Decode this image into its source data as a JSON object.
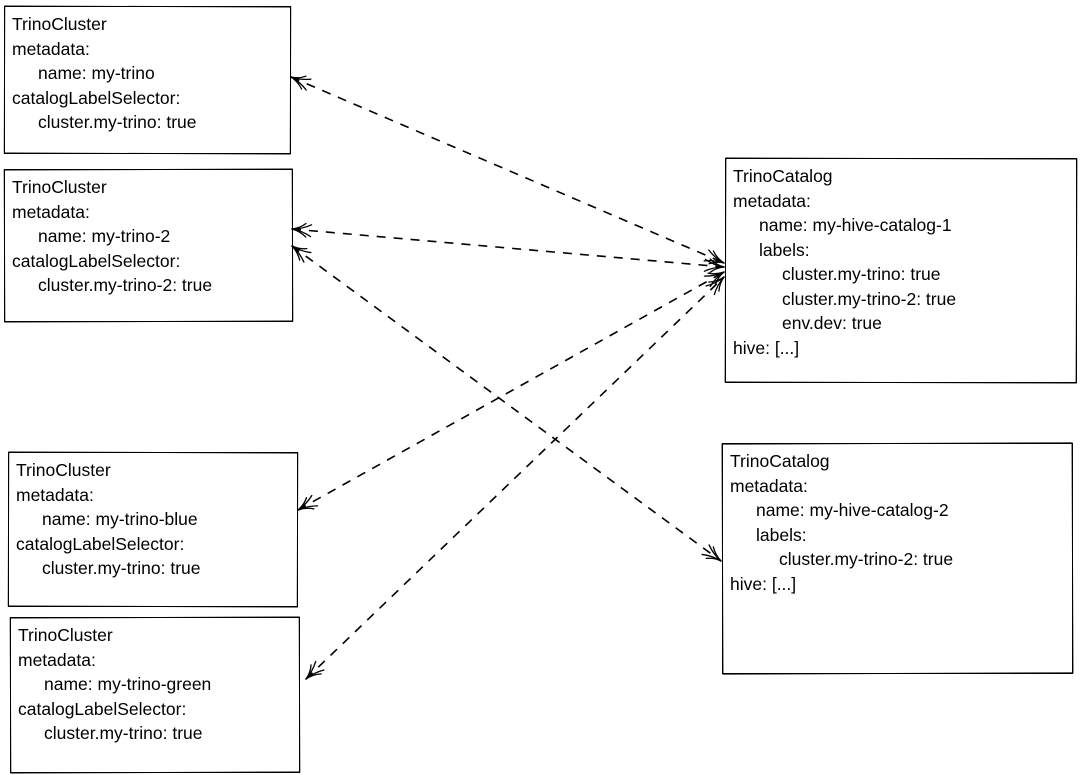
{
  "diagram": {
    "background_color": "#ffffff",
    "stroke_color": "#000000",
    "text_color": "#000000",
    "edge_style": "dashed",
    "edge_arrows": "both-ends"
  },
  "nodes": [
    {
      "id": "my-trino",
      "kind": "TrinoCluster",
      "lines": [
        {
          "indent": 0,
          "text": "metadata:"
        },
        {
          "indent": 1,
          "text": "name: my-trino"
        },
        {
          "indent": 0,
          "text": "catalogLabelSelector:"
        },
        {
          "indent": 1,
          "text": "cluster.my-trino: true"
        }
      ]
    },
    {
      "id": "my-trino-2",
      "kind": "TrinoCluster",
      "lines": [
        {
          "indent": 0,
          "text": "metadata:"
        },
        {
          "indent": 1,
          "text": "name: my-trino-2"
        },
        {
          "indent": 0,
          "text": "catalogLabelSelector:"
        },
        {
          "indent": 1,
          "text": "cluster.my-trino-2: true"
        }
      ]
    },
    {
      "id": "my-trino-blue",
      "kind": "TrinoCluster",
      "lines": [
        {
          "indent": 0,
          "text": "metadata:"
        },
        {
          "indent": 1,
          "text": "name: my-trino-blue"
        },
        {
          "indent": 0,
          "text": "catalogLabelSelector:"
        },
        {
          "indent": 1,
          "text": "cluster.my-trino: true"
        }
      ]
    },
    {
      "id": "my-trino-green",
      "kind": "TrinoCluster",
      "lines": [
        {
          "indent": 0,
          "text": "metadata:"
        },
        {
          "indent": 1,
          "text": "name: my-trino-green"
        },
        {
          "indent": 0,
          "text": "catalogLabelSelector:"
        },
        {
          "indent": 1,
          "text": "cluster.my-trino: true"
        }
      ]
    },
    {
      "id": "my-hive-catalog-1",
      "kind": "TrinoCatalog",
      "lines": [
        {
          "indent": 0,
          "text": "metadata:"
        },
        {
          "indent": 1,
          "text": "name: my-hive-catalog-1"
        },
        {
          "indent": 1,
          "text": "labels:"
        },
        {
          "indent": 2,
          "text": "cluster.my-trino: true"
        },
        {
          "indent": 2,
          "text": "cluster.my-trino-2: true"
        },
        {
          "indent": 2,
          "text": "env.dev: true"
        },
        {
          "indent": 0,
          "text": "hive: [...]"
        }
      ]
    },
    {
      "id": "my-hive-catalog-2",
      "kind": "TrinoCatalog",
      "lines": [
        {
          "indent": 0,
          "text": "metadata:"
        },
        {
          "indent": 1,
          "text": "name: my-hive-catalog-2"
        },
        {
          "indent": 1,
          "text": "labels:"
        },
        {
          "indent": 2,
          "text": "cluster.my-trino-2: true"
        },
        {
          "indent": 0,
          "text": "hive: [...]"
        }
      ]
    }
  ],
  "edges": [
    {
      "from": "my-trino",
      "to": "my-hive-catalog-1",
      "style": "dashed",
      "arrows": "both"
    },
    {
      "from": "my-trino-2",
      "to": "my-hive-catalog-1",
      "style": "dashed",
      "arrows": "both"
    },
    {
      "from": "my-trino-blue",
      "to": "my-hive-catalog-1",
      "style": "dashed",
      "arrows": "both"
    },
    {
      "from": "my-trino-green",
      "to": "my-hive-catalog-1",
      "style": "dashed",
      "arrows": "both"
    },
    {
      "from": "my-trino-2",
      "to": "my-hive-catalog-2",
      "style": "dashed",
      "arrows": "both"
    }
  ]
}
